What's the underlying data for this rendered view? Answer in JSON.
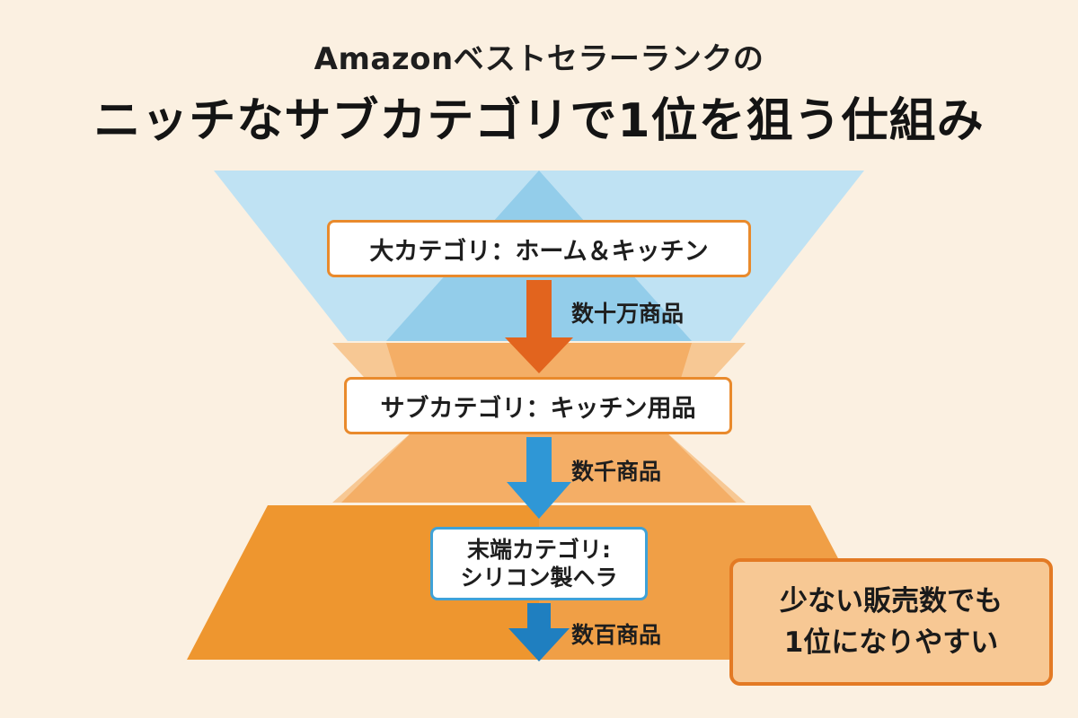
{
  "header": {
    "subtitle": "Amazonベストセラーランクの",
    "title": "ニッチなサブカテゴリで1位を狙う仕組み"
  },
  "levels": [
    {
      "label": "大カテゴリ：ホーム＆キッチン",
      "count": "数十万商品"
    },
    {
      "label": "サブカテゴリ：キッチン用品",
      "count": "数千商品"
    },
    {
      "label_line1": "末端カテゴリ:",
      "label_line2": "シリコン製ヘラ",
      "count": "数百商品"
    }
  ],
  "callout": {
    "line1": "少ない販売数でも",
    "line2": "1位になりやすい"
  },
  "colors": {
    "background": "#fbf0e1",
    "blue_tier": "#a9d8ef",
    "orange_light": "#f7c894",
    "orange_mid": "#f3a75a",
    "orange_dark": "#ee962f",
    "arrow_orange": "#e2641e",
    "arrow_blue": "#2f97d6",
    "box_border_orange": "#e98a2c",
    "box_border_blue": "#3fa2d8"
  }
}
